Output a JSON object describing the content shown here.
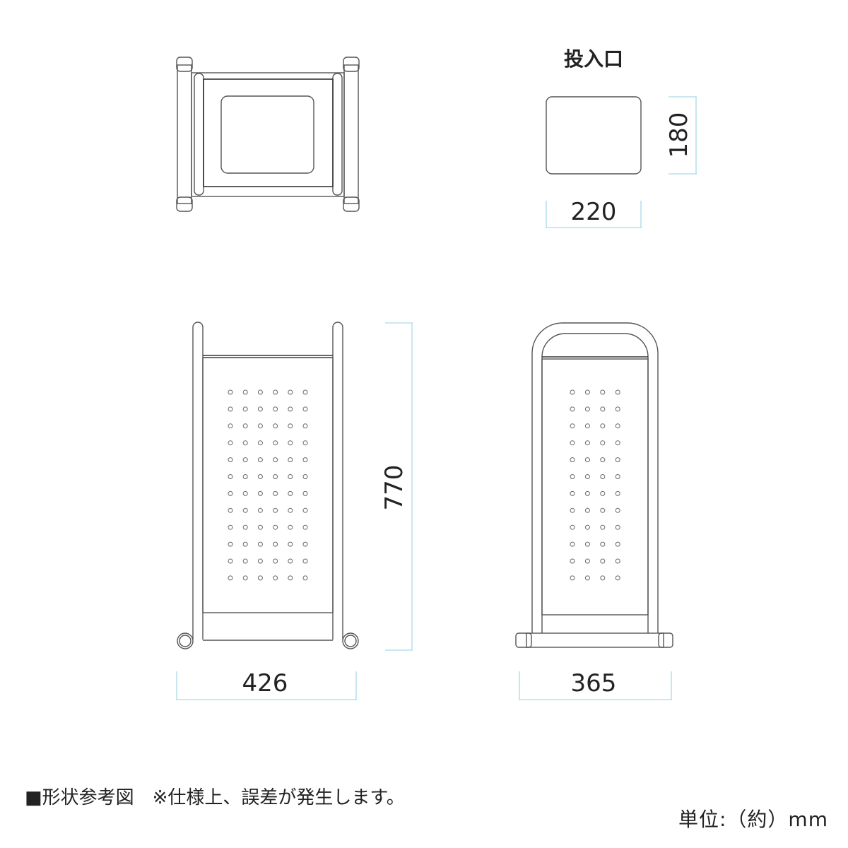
{
  "opening": {
    "title": "投入口",
    "width": "220",
    "height": "180"
  },
  "front": {
    "width": "426",
    "height": "770",
    "hole_cols": 6,
    "hole_rows": 12
  },
  "side": {
    "width": "365",
    "hole_cols": 4,
    "hole_rows": 12
  },
  "footer": {
    "note": "■形状参考図　※仕様上、誤差が発生します。",
    "unit": "単位:（約）mm"
  },
  "colors": {
    "line": "#555555",
    "dimension": "#a9d9e6"
  }
}
